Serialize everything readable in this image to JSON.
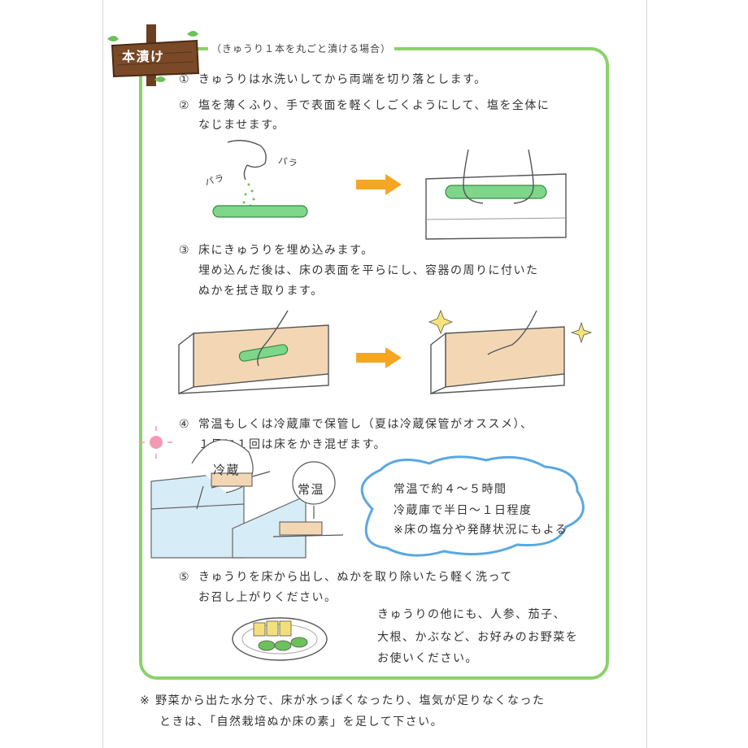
{
  "sign": {
    "label": "本漬け"
  },
  "subtitle": "（きゅうり１本を丸ごと漬ける場合）",
  "steps": [
    {
      "num": "①",
      "lines": [
        "きゅうりは水洗いしてから両端を切り落とします。"
      ]
    },
    {
      "num": "②",
      "lines": [
        "塩を薄くふり、手で表面を軽くしごくようにして、塩を全体に",
        "なじませます。"
      ]
    },
    {
      "num": "③",
      "lines": [
        "床にきゅうりを埋め込みます。",
        "埋め込んだ後は、床の表面を平らにし、容器の周りに付いた",
        "ぬかを拭き取ります。"
      ]
    },
    {
      "num": "④",
      "lines": [
        "常温もしくは冷蔵庫で保管し（夏は冷蔵保管がオススメ）、",
        "１日に１回は床をかき混ぜます。"
      ]
    },
    {
      "num": "⑤",
      "lines": [
        "きゅうりを床から出し、ぬかを取り除いたら軽く洗って",
        "お召し上がりください。"
      ]
    }
  ],
  "illustration_text": {
    "para_left": "パラ",
    "para_right": "パラ",
    "fridge_label": "冷蔵",
    "room_label": "常温"
  },
  "cloud": {
    "lines": [
      "常温で約４～５時間",
      "冷蔵庫で半日～１日程度",
      "※床の塩分や発酵状況にもよる"
    ]
  },
  "tip": {
    "lines": [
      "きゅうりの他にも、人参、茄子、",
      "大根、かぶなど、お好みのお野菜を",
      "お使いください。"
    ]
  },
  "footnote": {
    "lines": [
      "※ 野菜から出た水分で、床が水っぽくなったり、塩気が足りなくなった",
      "ときは、「自然栽培ぬか床の素」を足して下さい。"
    ]
  },
  "colors": {
    "frame_green": "#8bd16a",
    "arrow_orange": "#f5a623",
    "cloud_blue": "#5aa8e0",
    "cucumber_green": "#7dd68a",
    "sign_brown": "#6b3f22"
  }
}
